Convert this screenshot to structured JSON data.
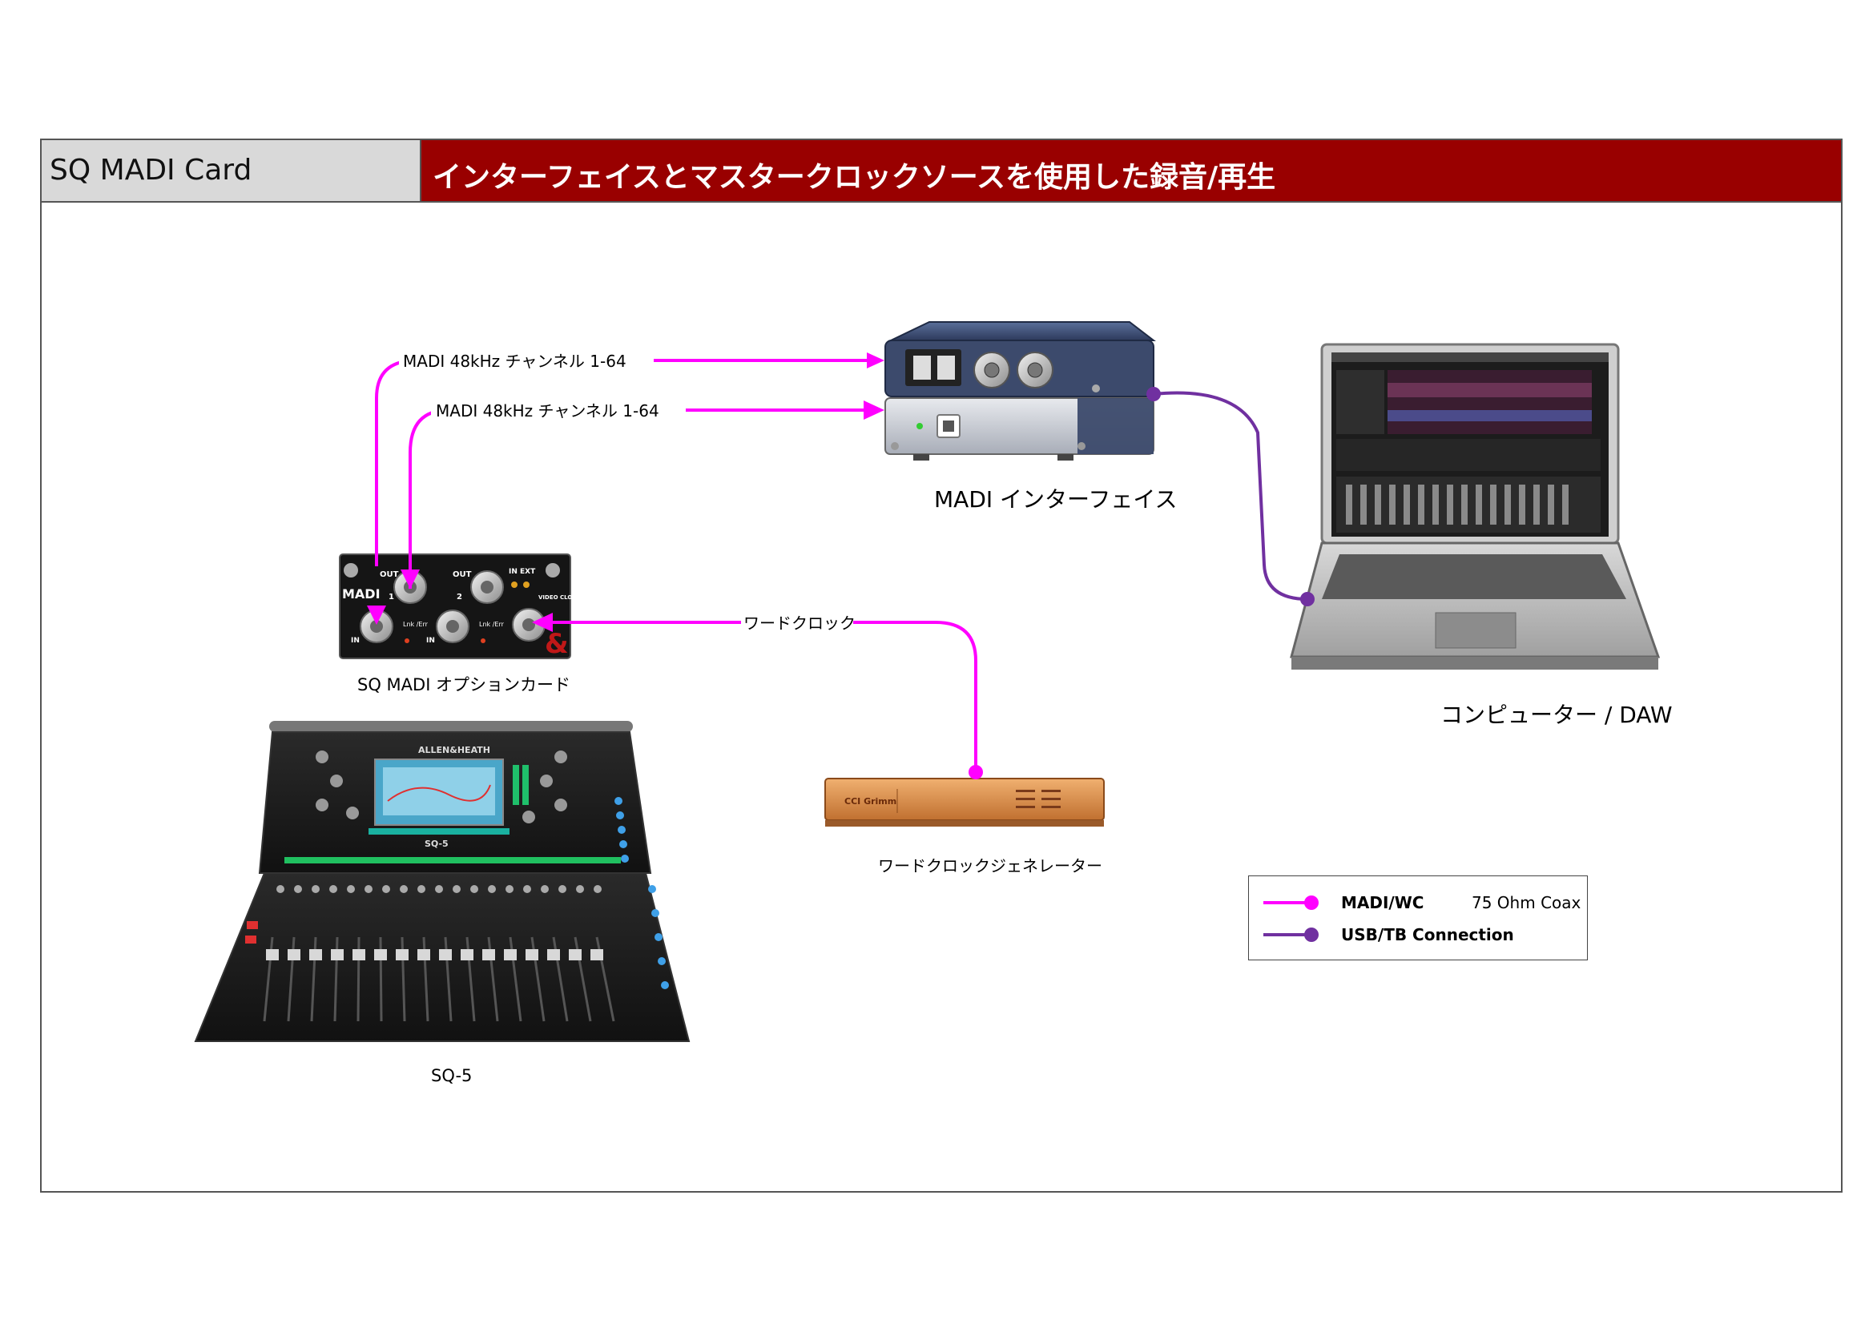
{
  "header": {
    "product": "SQ MADI Card",
    "title": "インターフェイスとマスタークロックソースを使用した録音/再生"
  },
  "colors": {
    "madi_wc": "#ff00ff",
    "usb_tb": "#7030a0",
    "title_bar": "#990000"
  },
  "devices": {
    "madi_interface": "MADI インターフェイス",
    "computer": "コンピューター / DAW",
    "option_card": "SQ MADI オプションカード",
    "console": "SQ-5",
    "wordclock_gen": "ワードクロックジェネレーター"
  },
  "connections": {
    "madi_out": "MADI 48kHz  チャンネル  1-64",
    "madi_in": "MADI 48kHz  チャンネル  1-64",
    "wordclock": "ワードクロック"
  },
  "device_text": {
    "card_madi": "MADI",
    "card_out": "OUT",
    "card_in": "IN",
    "card_in_ext": "IN  EXT",
    "card_video_clock": "VIDEO CLOCK",
    "card_lnk": "Lnk /Err",
    "card_port1": "1",
    "card_port2": "2",
    "console_brand": "ALLEN&HEATH",
    "console_model": "SQ-5",
    "grimm_brand": "CCI Grimm"
  },
  "legend": {
    "madi_label": "MADI/WC",
    "madi_cable": "75 Ohm Coax",
    "usb_label": "USB/TB Connection"
  }
}
